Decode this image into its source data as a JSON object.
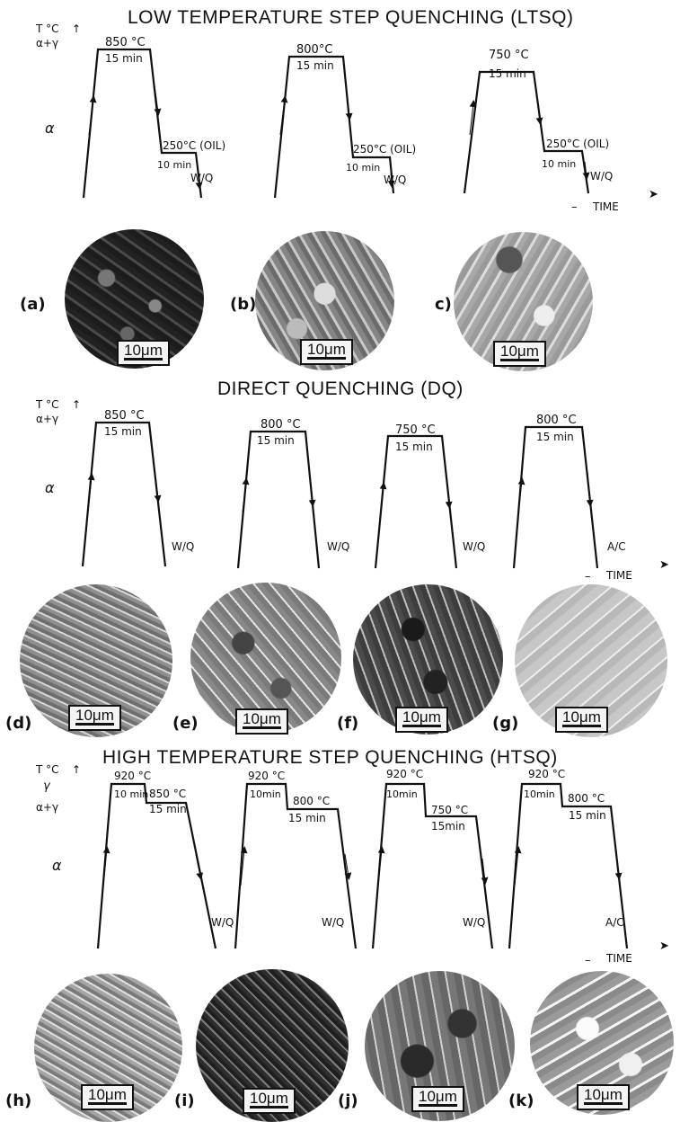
{
  "titles": {
    "ltsq": "LOW TEMPERATURE STEP QUENCHING (LTSQ)",
    "dq": "DIRECT QUENCHING (DQ)",
    "htsq": "HIGH TEMPERATURE STEP QUENCHING (HTSQ)"
  },
  "axis": {
    "temp": "T °C",
    "alpha_gamma": "α+γ",
    "alpha": "α",
    "gamma": "γ",
    "time": "TIME"
  },
  "ltsq": {
    "cycles": [
      {
        "peak": "850 °C",
        "hold": "15 min",
        "step": "250°C (OIL)",
        "step_hold": "10 min",
        "quench": "W/Q"
      },
      {
        "peak": "800°C",
        "hold": "15 min",
        "step": "250°C (OIL)",
        "step_hold": "10 min",
        "quench": "W/Q"
      },
      {
        "peak": "750 °C",
        "hold": "15 min",
        "step": "250°C (OIL)",
        "step_hold": "10 min",
        "quench": "W/Q"
      }
    ],
    "labels": [
      "(a)",
      "(b)",
      "c)"
    ]
  },
  "dq": {
    "cycles": [
      {
        "peak": "850 °C",
        "hold": "15 min",
        "quench": "W/Q"
      },
      {
        "peak": "800 °C",
        "hold": "15 min",
        "quench": "W/Q"
      },
      {
        "peak": "750 °C",
        "hold": "15 min",
        "quench": "W/Q"
      },
      {
        "peak": "800 °C",
        "hold": "15 min",
        "quench": "A/C"
      }
    ],
    "labels": [
      "(d)",
      "(e)",
      "(f)",
      "(g)"
    ]
  },
  "htsq": {
    "cycles": [
      {
        "peak": "920 °C",
        "hold": "10 min",
        "step": "850 °C",
        "step_hold": "15 min",
        "quench": "W/Q"
      },
      {
        "peak": "920 °C",
        "hold": "10min",
        "step": "800 °C",
        "step_hold": "15 min",
        "quench": "W/Q"
      },
      {
        "peak": "920 °C",
        "hold": "10min",
        "step": "750 °C",
        "step_hold": "15min",
        "quench": "W/Q"
      },
      {
        "peak": "920 °C",
        "hold": "10min",
        "step": "800 °C",
        "step_hold": "15 min",
        "quench": "A/C"
      }
    ],
    "labels": [
      "(h)",
      "(i)",
      "(j)",
      "(k)"
    ]
  },
  "scale_bar": "10μm",
  "colors": {
    "ink": "#111111",
    "paper": "#ffffff"
  }
}
